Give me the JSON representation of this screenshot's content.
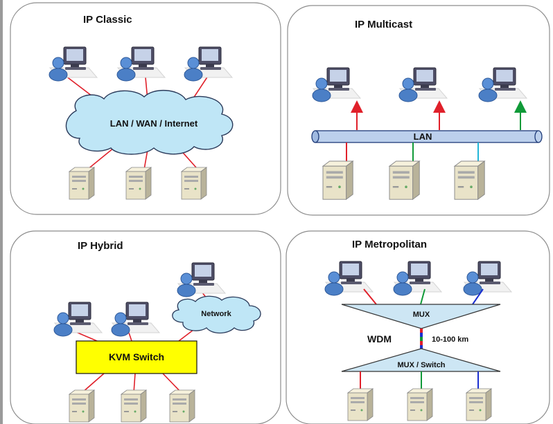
{
  "panels": {
    "classic": {
      "title": "IP Classic",
      "cloud_label": "LAN / WAN / Internet"
    },
    "multicast": {
      "title": "IP Multicast",
      "bus_label": "LAN"
    },
    "hybrid": {
      "title": "IP Hybrid",
      "cloud_label": "Network",
      "switch_label": "KVM Switch"
    },
    "metropolitan": {
      "title": "IP Metropolitan",
      "mux_top_label": "MUX",
      "mux_bottom_label": "MUX / Switch",
      "wdm_label": "WDM",
      "distance_label": "10-100 km"
    }
  },
  "colors": {
    "red": "#e0202a",
    "green": "#109a38",
    "blue": "#1a2fd0",
    "cyan": "#22b6d8",
    "kvm": "#ffff00",
    "mux": "#cde6f4",
    "bus": "#bcd0ec",
    "cloud": "#bfe6f6"
  },
  "icons": [
    "workstation-user-icon",
    "server-tower-icon",
    "cloud-icon",
    "mux-triangle-icon"
  ]
}
